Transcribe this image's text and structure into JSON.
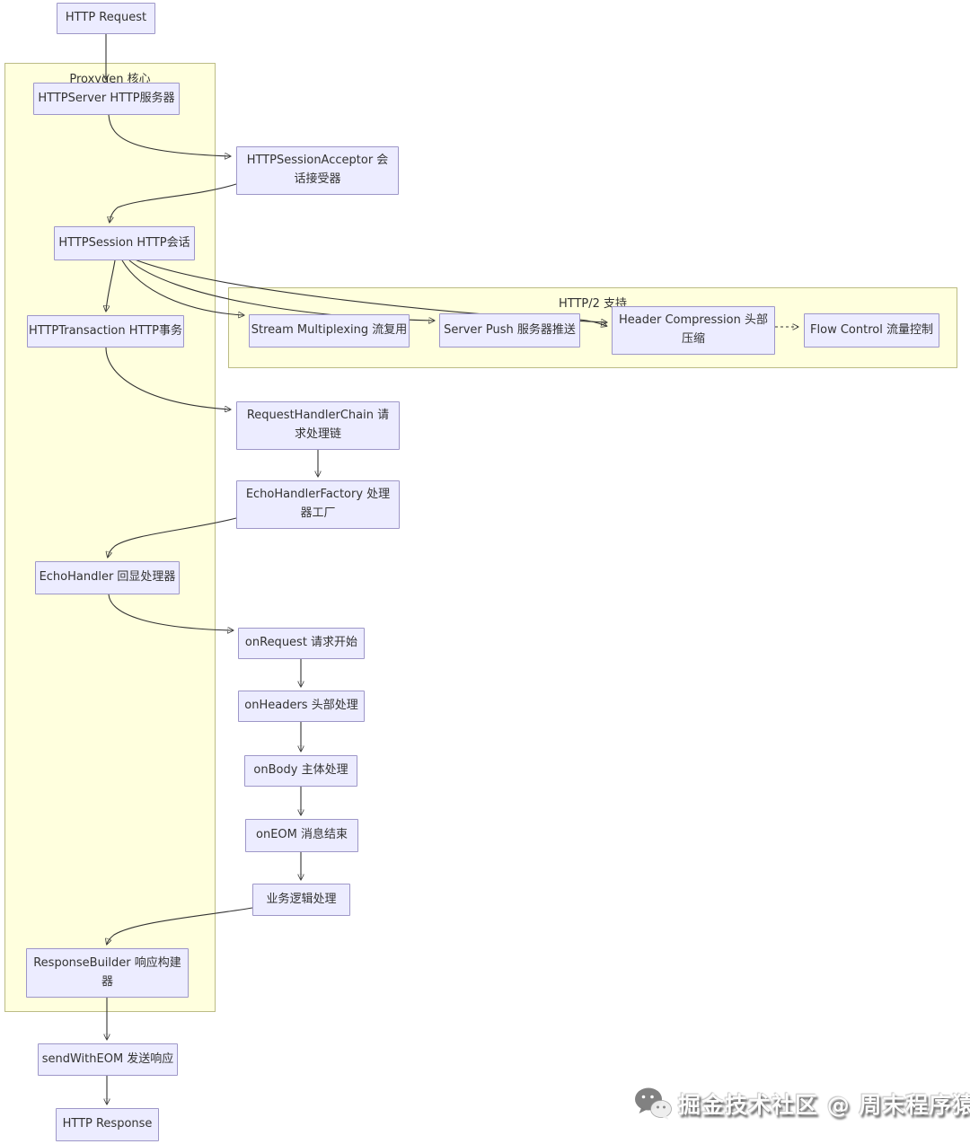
{
  "diagram": {
    "groups": [
      {
        "id": "proxygen-core",
        "label": "Proxygen 核心"
      },
      {
        "id": "http2-support",
        "label": "HTTP/2 支持"
      }
    ],
    "nodes": [
      {
        "id": "http-request",
        "label": "HTTP Request"
      },
      {
        "id": "http-server",
        "label": "HTTPServer HTTP服务器"
      },
      {
        "id": "session-acceptor",
        "label": "HTTPSessionAcceptor 会话接受器"
      },
      {
        "id": "http-session",
        "label": "HTTPSession HTTP会话"
      },
      {
        "id": "http-transaction",
        "label": "HTTPTransaction HTTP事务"
      },
      {
        "id": "stream-multiplexing",
        "label": "Stream Multiplexing 流复用"
      },
      {
        "id": "server-push",
        "label": "Server Push 服务器推送"
      },
      {
        "id": "header-compression",
        "label": "Header Compression 头部压缩"
      },
      {
        "id": "flow-control",
        "label": "Flow Control 流量控制"
      },
      {
        "id": "request-handler-chain",
        "label": "RequestHandlerChain 请求处理链"
      },
      {
        "id": "echo-handler-factory",
        "label": "EchoHandlerFactory 处理器工厂"
      },
      {
        "id": "echo-handler",
        "label": "EchoHandler 回显处理器"
      },
      {
        "id": "on-request",
        "label": "onRequest 请求开始"
      },
      {
        "id": "on-headers",
        "label": "onHeaders 头部处理"
      },
      {
        "id": "on-body",
        "label": "onBody 主体处理"
      },
      {
        "id": "on-eom",
        "label": "onEOM 消息结束"
      },
      {
        "id": "business-logic",
        "label": "业务逻辑处理"
      },
      {
        "id": "response-builder",
        "label": "ResponseBuilder 响应构建器"
      },
      {
        "id": "send-with-eom",
        "label": "sendWithEOM 发送响应"
      },
      {
        "id": "http-response",
        "label": "HTTP Response"
      }
    ],
    "edges": [
      {
        "from": "http-request",
        "to": "http-server",
        "style": "solid"
      },
      {
        "from": "http-server",
        "to": "session-acceptor",
        "style": "solid"
      },
      {
        "from": "session-acceptor",
        "to": "http-session",
        "style": "solid"
      },
      {
        "from": "http-session",
        "to": "http-transaction",
        "style": "solid"
      },
      {
        "from": "http-session",
        "to": "stream-multiplexing",
        "style": "solid"
      },
      {
        "from": "http-session",
        "to": "server-push",
        "style": "solid"
      },
      {
        "from": "http-session",
        "to": "header-compression",
        "style": "solid"
      },
      {
        "from": "server-push",
        "to": "header-compression",
        "style": "solid"
      },
      {
        "from": "header-compression",
        "to": "flow-control",
        "style": "dashed"
      },
      {
        "from": "http-transaction",
        "to": "request-handler-chain",
        "style": "solid"
      },
      {
        "from": "request-handler-chain",
        "to": "echo-handler-factory",
        "style": "solid"
      },
      {
        "from": "echo-handler-factory",
        "to": "echo-handler",
        "style": "solid"
      },
      {
        "from": "echo-handler",
        "to": "on-request",
        "style": "solid"
      },
      {
        "from": "on-request",
        "to": "on-headers",
        "style": "solid"
      },
      {
        "from": "on-headers",
        "to": "on-body",
        "style": "solid"
      },
      {
        "from": "on-body",
        "to": "on-eom",
        "style": "solid"
      },
      {
        "from": "on-eom",
        "to": "business-logic",
        "style": "solid"
      },
      {
        "from": "business-logic",
        "to": "response-builder",
        "style": "solid"
      },
      {
        "from": "response-builder",
        "to": "send-with-eom",
        "style": "solid"
      },
      {
        "from": "send-with-eom",
        "to": "http-response",
        "style": "solid"
      }
    ],
    "colors": {
      "node_fill": "#ECECFF",
      "node_border": "#9e97c8",
      "group_fill": "#FFFFDE",
      "group_border": "#bcbc85",
      "edge": "#333333",
      "text": "#333333"
    }
  },
  "watermark": {
    "icon": "wechat-icon",
    "text": "掘金技术社区 @ 周末程序猿"
  }
}
